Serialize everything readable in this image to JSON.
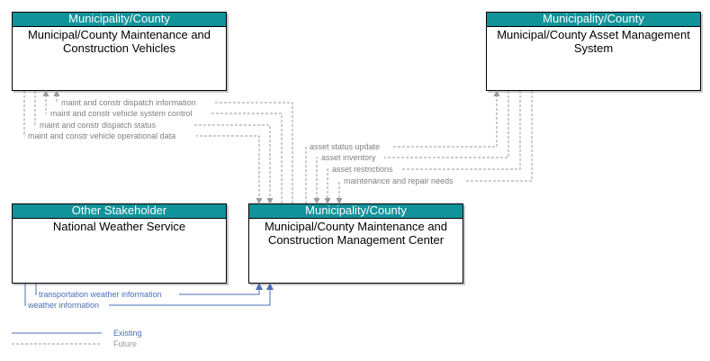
{
  "nodes": {
    "mcmcv": {
      "stakeholder": "Municipality/County",
      "title": "Municipal/County Maintenance and Construction Vehicles"
    },
    "mcams": {
      "stakeholder": "Municipality/County",
      "title": "Municipal/County Asset Management System"
    },
    "nws": {
      "stakeholder": "Other Stakeholder",
      "title": "National Weather Service"
    },
    "mcmcmc": {
      "stakeholder": "Municipality/County",
      "title": "Municipal/County Maintenance and Construction Management Center"
    }
  },
  "flows": {
    "dispatch_information": "maint and constr dispatch information",
    "vehicle_system_control": "maint and constr vehicle system control",
    "dispatch_status": "maint and constr dispatch status",
    "vehicle_operational_data": "maint and constr vehicle operational data",
    "asset_status_update": "asset status update",
    "asset_inventory": "asset inventory",
    "asset_restrictions": "asset restrictions",
    "maintenance_repair_needs": "maintenance and repair needs",
    "transportation_weather_information": "transportation weather information",
    "weather_information": "weather information"
  },
  "legend": {
    "existing": "Existing",
    "future": "Future"
  },
  "colors": {
    "header": "#12939a",
    "existing": "#4a6fb5",
    "future": "#9a9a9a"
  }
}
